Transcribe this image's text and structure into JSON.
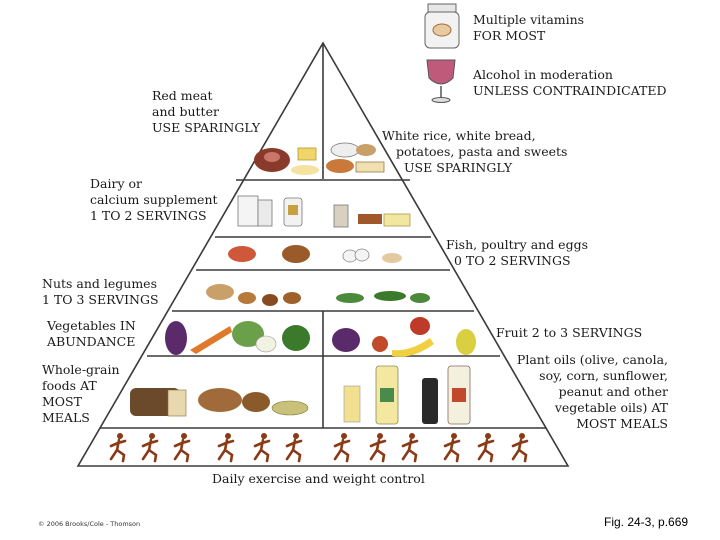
{
  "labels": {
    "vitamins": [
      "Multiple vitamins",
      "FOR MOST"
    ],
    "alcohol": [
      "Alcohol in moderation",
      "UNLESS CONTRAINDICATED"
    ],
    "red_meat": [
      "Red meat",
      "and butter",
      "USE SPARINGLY"
    ],
    "white_rice": [
      "White rice, white bread,",
      "potatoes, pasta and sweets",
      "USE SPARINGLY"
    ],
    "dairy": [
      "Dairy or",
      "calcium supplement",
      "1 TO 2 SERVINGS"
    ],
    "fish": [
      "Fish, poultry and eggs",
      "0 TO 2 SERVINGS"
    ],
    "nuts": [
      "Nuts and legumes",
      "1 TO 3 SERVINGS"
    ],
    "vegetables": [
      "Vegetables IN",
      "ABUNDANCE"
    ],
    "fruit": [
      "Fruit 2 to 3 SERVINGS"
    ],
    "whole_grain": [
      "Whole-grain",
      "foods AT",
      "MOST",
      "MEALS"
    ],
    "plant_oils": [
      "Plant oils (olive, canola,",
      "soy, corn, sunflower,",
      "peanut and other",
      "vegetable oils) AT",
      "MOST MEALS"
    ],
    "exercise": "Daily exercise and weight control"
  },
  "footer": {
    "copyright": "© 2006 Brooks/Cole - Thomson",
    "figure_ref": "Fig. 24-3, p.669"
  },
  "colors": {
    "outline": "#3a3a3a",
    "runner": "#8a3a16",
    "exercise_band": "#ffffff"
  }
}
